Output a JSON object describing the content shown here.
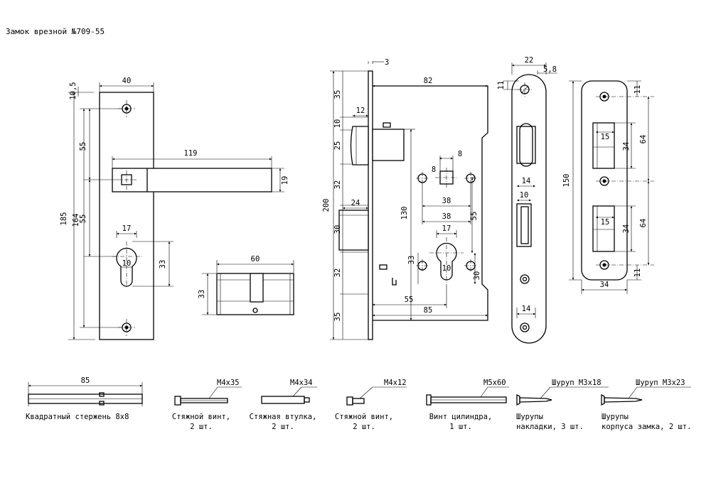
{
  "title": "Замок врезной №709-55",
  "handle": {
    "dims": [
      "10,5",
      "40",
      "55",
      "185",
      "164",
      "55",
      "119",
      "19",
      "17",
      "10",
      "33"
    ]
  },
  "cylinder": {
    "dims": [
      "60",
      "33"
    ]
  },
  "lock_body": {
    "dims": [
      "3",
      "82",
      "35",
      "10",
      "12",
      "25",
      "200",
      "32",
      "130",
      "24",
      "30",
      "32",
      "35",
      "8",
      "8",
      "38",
      "38",
      "55",
      "17",
      "33",
      "10",
      "30",
      "55",
      "85"
    ]
  },
  "faceplate": {
    "dims": [
      "22",
      "5,8",
      "11",
      "14",
      "10",
      "14"
    ]
  },
  "strike": {
    "dims": [
      "11",
      "15",
      "34",
      "64",
      "150",
      "15",
      "34",
      "64",
      "11",
      "34"
    ]
  },
  "parts": [
    {
      "size": "85",
      "caption": [
        "Квадратный стержень 8х8"
      ]
    },
    {
      "size": "М4х35",
      "caption": [
        "Стяжной винт,",
        "2 шт."
      ]
    },
    {
      "size": "М4х34",
      "caption": [
        "Стяжная втулка,",
        "2 шт."
      ]
    },
    {
      "size": "М4х12",
      "caption": [
        "Стяжной винт,",
        "2 шт."
      ]
    },
    {
      "size": "М5х60",
      "caption": [
        "Винт цилиндра,",
        "1 шт."
      ]
    },
    {
      "size": "Шуруп М3х18",
      "caption": [
        "Шурупы",
        "накладки, 3 шт."
      ]
    },
    {
      "size": "Шуруп М3х23",
      "caption": [
        "Шурупы",
        "корпуса замка, 2 шт."
      ]
    }
  ]
}
